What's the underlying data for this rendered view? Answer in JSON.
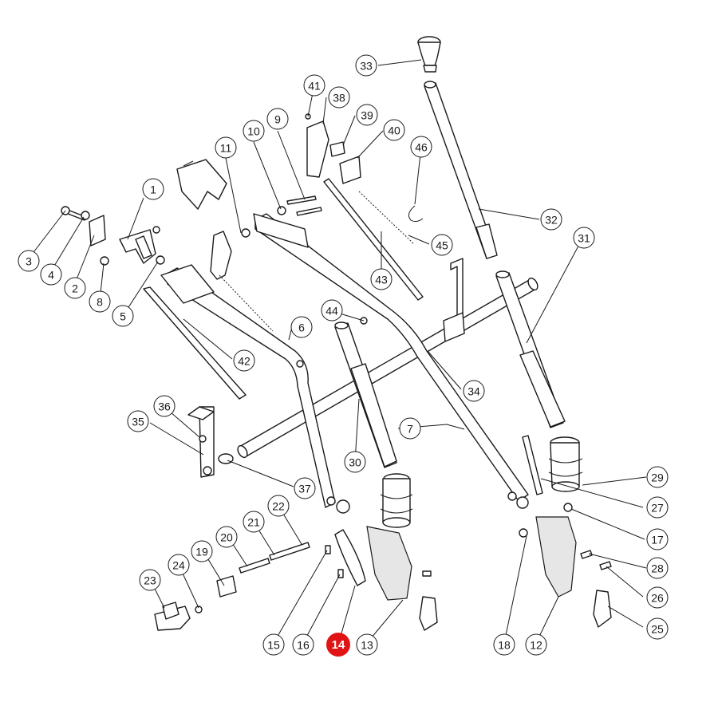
{
  "diagram": {
    "highlight_color": "#e01414",
    "highlighted": "14",
    "callouts": [
      {
        "id": "c1",
        "label": "1"
      },
      {
        "id": "c2",
        "label": "2"
      },
      {
        "id": "c3",
        "label": "3"
      },
      {
        "id": "c4",
        "label": "4"
      },
      {
        "id": "c5",
        "label": "5"
      },
      {
        "id": "c6",
        "label": "6"
      },
      {
        "id": "c7",
        "label": "7"
      },
      {
        "id": "c8",
        "label": "8"
      },
      {
        "id": "c9",
        "label": "9"
      },
      {
        "id": "c10",
        "label": "10"
      },
      {
        "id": "c11",
        "label": "11"
      },
      {
        "id": "c12",
        "label": "12"
      },
      {
        "id": "c13",
        "label": "13"
      },
      {
        "id": "c14",
        "label": "14"
      },
      {
        "id": "c15",
        "label": "15"
      },
      {
        "id": "c16",
        "label": "16"
      },
      {
        "id": "c17",
        "label": "17"
      },
      {
        "id": "c18",
        "label": "18"
      },
      {
        "id": "c19",
        "label": "19"
      },
      {
        "id": "c20",
        "label": "20"
      },
      {
        "id": "c21",
        "label": "21"
      },
      {
        "id": "c22",
        "label": "22"
      },
      {
        "id": "c23",
        "label": "23"
      },
      {
        "id": "c24",
        "label": "24"
      },
      {
        "id": "c25",
        "label": "25"
      },
      {
        "id": "c26",
        "label": "26"
      },
      {
        "id": "c27",
        "label": "27"
      },
      {
        "id": "c28",
        "label": "28"
      },
      {
        "id": "c29",
        "label": "29"
      },
      {
        "id": "c30",
        "label": "30"
      },
      {
        "id": "c31",
        "label": "31"
      },
      {
        "id": "c32",
        "label": "32"
      },
      {
        "id": "c33",
        "label": "33"
      },
      {
        "id": "c34",
        "label": "34"
      },
      {
        "id": "c35",
        "label": "35"
      },
      {
        "id": "c36",
        "label": "36"
      },
      {
        "id": "c37",
        "label": "37"
      },
      {
        "id": "c38",
        "label": "38"
      },
      {
        "id": "c39",
        "label": "39"
      },
      {
        "id": "c40",
        "label": "40"
      },
      {
        "id": "c41",
        "label": "41"
      },
      {
        "id": "c42",
        "label": "42"
      },
      {
        "id": "c43",
        "label": "43"
      },
      {
        "id": "c44",
        "label": "44"
      },
      {
        "id": "c45",
        "label": "45"
      },
      {
        "id": "c46",
        "label": "46"
      }
    ]
  }
}
